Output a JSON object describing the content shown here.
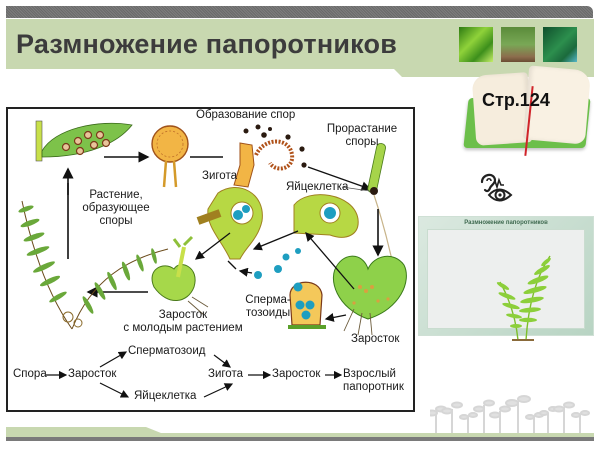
{
  "header": {
    "title": "Размножение папоротников",
    "thumbnails": [
      "fern-leaf-photo",
      "horsetail-photo",
      "fern-forest-photo"
    ],
    "colors": {
      "title_bar": "#c8d8b0",
      "title_text": "#3c3c3c",
      "stripe": "#737373"
    }
  },
  "book": {
    "page_ref": "Стр.124",
    "icon": "open-book-icon"
  },
  "sense_icon": "ear-eye-icon",
  "preview": {
    "title": "Размножение папоротников"
  },
  "diagram": {
    "labels": {
      "spore_formation": "Образование спор",
      "spore_germination_1": "Прорастание",
      "spore_germination_2": "споры",
      "zygote": "Зигота",
      "egg_cell": "Яйцеклетка",
      "plant_1": "Растение,",
      "plant_2": "образующее",
      "plant_3": "споры",
      "sperm_1": "Сперма-",
      "sperm_2": "тозоиды",
      "prothallus_young_1": "Заросток",
      "prothallus_young_2": "с молодым растением",
      "prothallus": "Заросток"
    },
    "flow": {
      "spore": "Спора",
      "prothallus_1": "Заросток",
      "sperm": "Сперматозоид",
      "egg": "Яйцеклетка",
      "zygote": "Зигота",
      "prothallus_2": "Заросток",
      "adult_1": "Взрослый",
      "adult_2": "папоротник"
    }
  }
}
